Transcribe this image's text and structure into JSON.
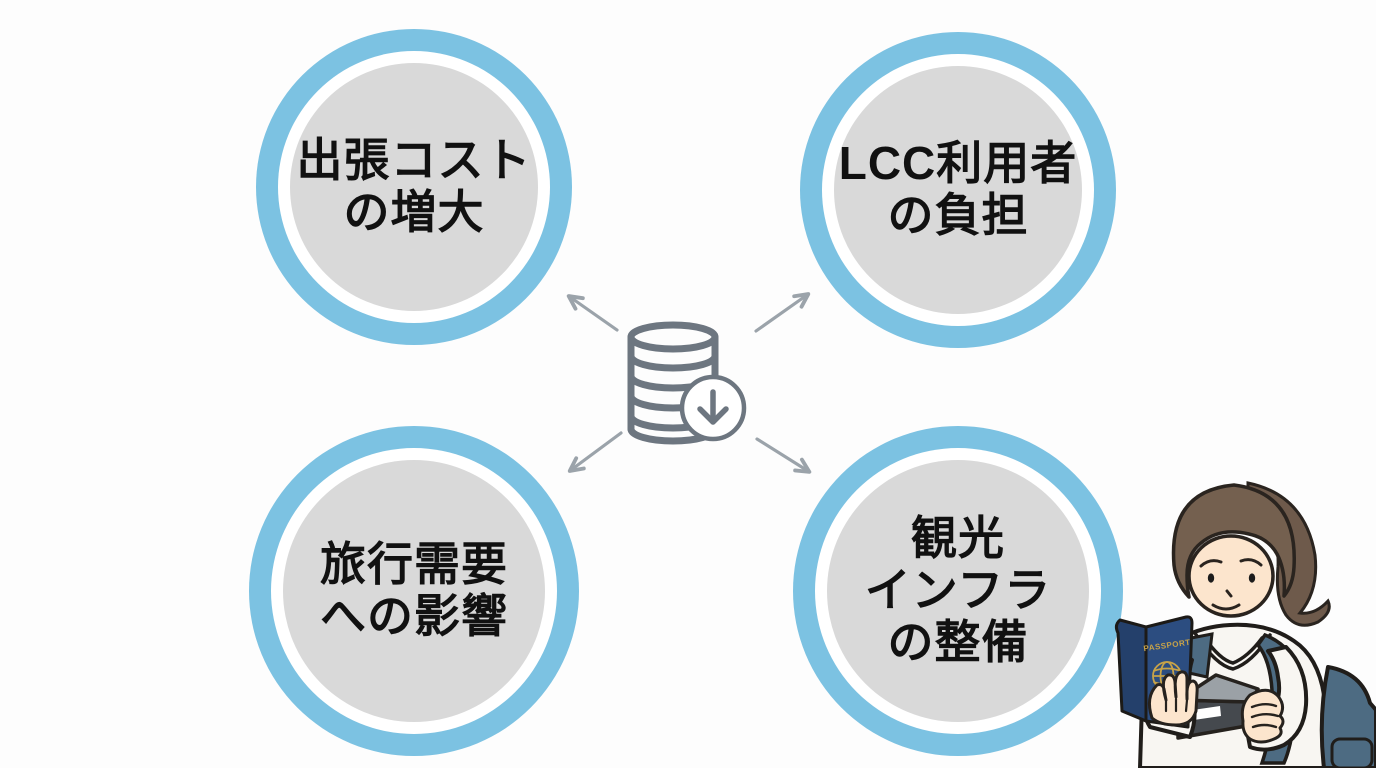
{
  "diagram": {
    "nodes": [
      {
        "id": "business-trip-cost",
        "lines": [
          "出張コスト",
          "の増大"
        ]
      },
      {
        "id": "lcc-user-burden",
        "lines": [
          "LCC利用者",
          "の負担"
        ]
      },
      {
        "id": "travel-demand-impact",
        "lines": [
          "旅行需要",
          "への影響"
        ]
      },
      {
        "id": "tourism-infrastructure",
        "lines": [
          "観光",
          "インフラ",
          "の整備"
        ]
      }
    ],
    "center_icon": "money-stack-decrease-icon",
    "colors": {
      "ring_blue": "#7cc2e2",
      "core_gray": "#d9d9d9",
      "arrow_gray": "#9ba3aa",
      "icon_gray": "#6d7680",
      "text_black": "#111111"
    },
    "illustration": {
      "id": "worried-traveler",
      "passport_label": "PASSPORT"
    }
  }
}
